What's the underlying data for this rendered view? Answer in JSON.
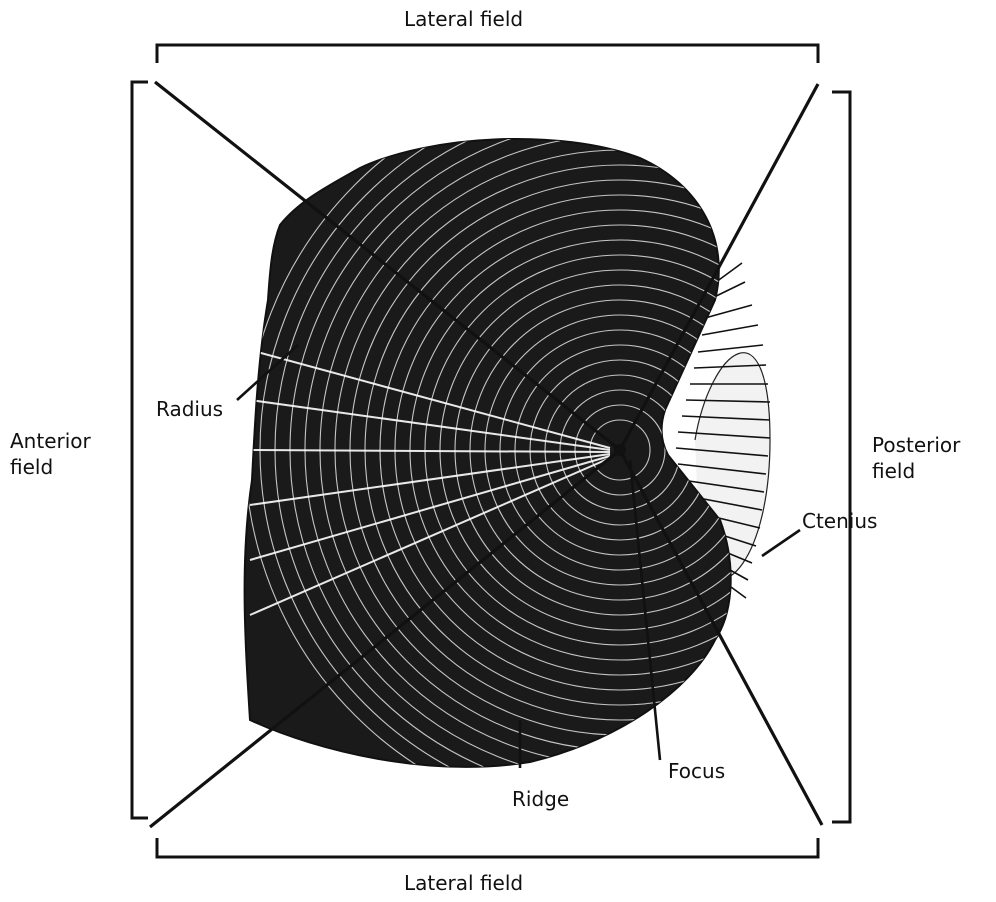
{
  "labels": {
    "lateral_top": "Lateral field",
    "lateral_bottom": "Lateral field",
    "anterior_line1": "Anterior",
    "anterior_line2": "field",
    "posterior_line1": "Posterior",
    "posterior_line2": "field",
    "radius": "Radius",
    "ctenius": "Ctenius",
    "ridge": "Ridge",
    "focus": "Focus"
  },
  "colors": {
    "ink": "#111111",
    "scale_fill": "#1a1a1a",
    "highlight": "#ffffff"
  }
}
